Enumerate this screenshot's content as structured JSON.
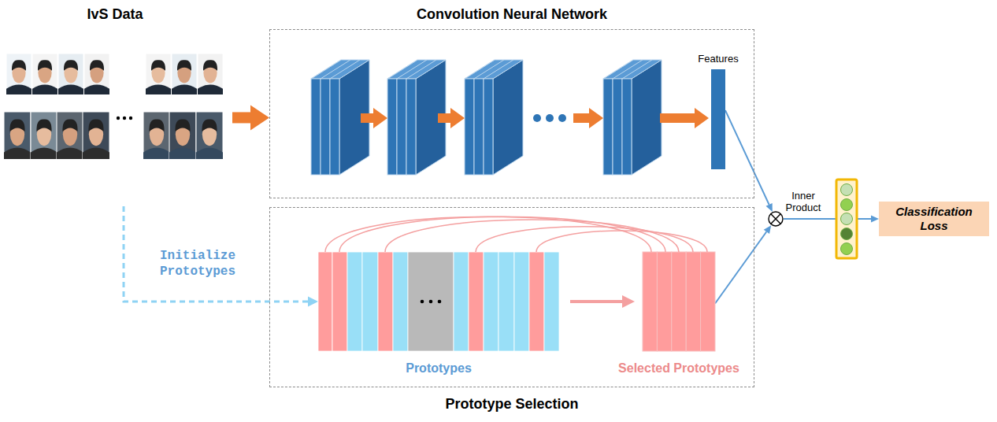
{
  "diagram": {
    "nodes": [
      {
        "text": [
          "IvS Data"
        ]
      },
      {
        "text": [
          "Convolution Neural Network"
        ]
      },
      {
        "text": [
          "Features"
        ],
        "in": 1
      },
      {
        "text": [
          "Prototype Selection"
        ]
      },
      {
        "text": [
          "Prototypes"
        ],
        "in": 3
      },
      {
        "text": [
          "Selected Prototypes"
        ],
        "in": 3
      },
      {
        "text": [
          "Inner Product"
        ]
      },
      {
        "text": [
          "Classification Loss"
        ]
      }
    ],
    "edges": [
      {
        "from": 0,
        "to": 1,
        "arrow": "to"
      },
      {
        "from": 0,
        "to": 4,
        "arrow": "to",
        "label": "Initialize Prototypes"
      },
      {
        "from": 4,
        "to": 5,
        "arrow": "to"
      },
      {
        "from": 2,
        "to": 6,
        "arrow": "to"
      },
      {
        "from": 5,
        "to": 6,
        "arrow": "to"
      },
      {
        "from": 6,
        "to": 7,
        "arrow": "to"
      }
    ]
  }
}
